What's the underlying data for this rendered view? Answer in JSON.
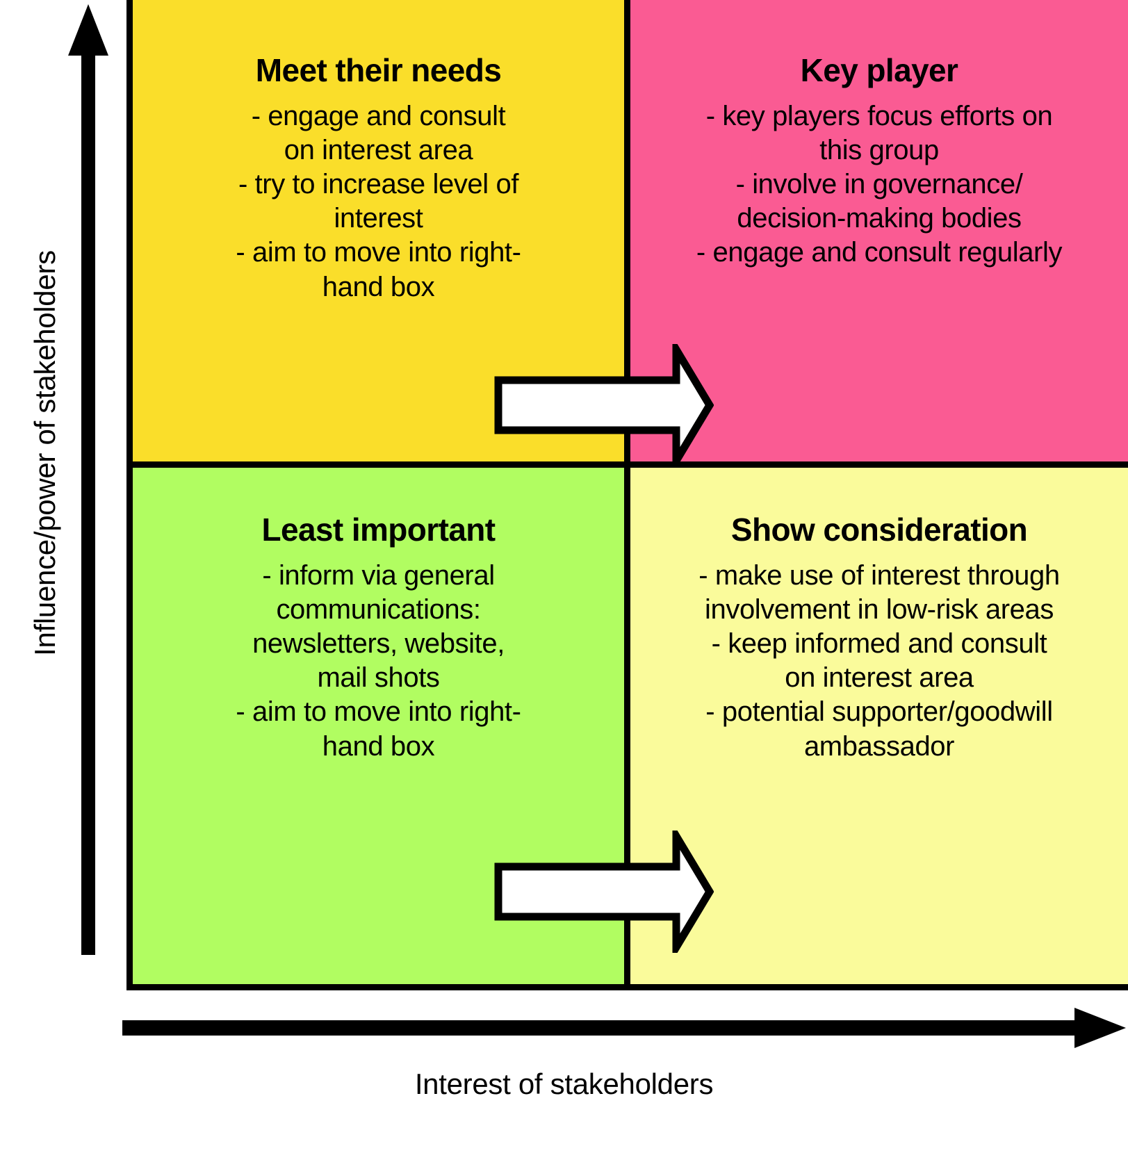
{
  "axes": {
    "y_label": "Influence/power of stakeholders",
    "x_label": "Interest of stakeholders",
    "y_arrow_icon": "arrow-up-icon",
    "x_arrow_icon": "arrow-right-icon"
  },
  "colors": {
    "top_left": "#FADE2A",
    "top_right": "#FA5B93",
    "bottom_left": "#B1FD61",
    "bottom_right": "#FAFB9B",
    "border": "#000000",
    "arrow_fill": "#FFFFFF",
    "arrow_stroke": "#000000"
  },
  "quadrants": {
    "top_left": {
      "title": "Meet their needs",
      "lines": [
        "- engage and consult",
        "on interest area",
        "- try to increase level of",
        "interest",
        "- aim to move into right-",
        "hand box"
      ]
    },
    "top_right": {
      "title": "Key player",
      "lines": [
        "- key players focus efforts on",
        "this group",
        "- involve in governance/",
        "decision-making bodies",
        "- engage and consult regularly"
      ]
    },
    "bottom_left": {
      "title": "Least important",
      "lines": [
        "- inform via general",
        "communications:",
        "newsletters, website,",
        "mail shots",
        "- aim to move into right-",
        "hand box"
      ]
    },
    "bottom_right": {
      "title": "Show consideration",
      "lines": [
        "- make use of interest through",
        "involvement in low-risk areas",
        "- keep informed and consult",
        "on interest area",
        "- potential supporter/goodwill",
        "ambassador"
      ]
    }
  },
  "arrows": {
    "top": {
      "name": "move-right-arrow-top",
      "direction": "right"
    },
    "bottom": {
      "name": "move-right-arrow-bottom",
      "direction": "right"
    }
  }
}
